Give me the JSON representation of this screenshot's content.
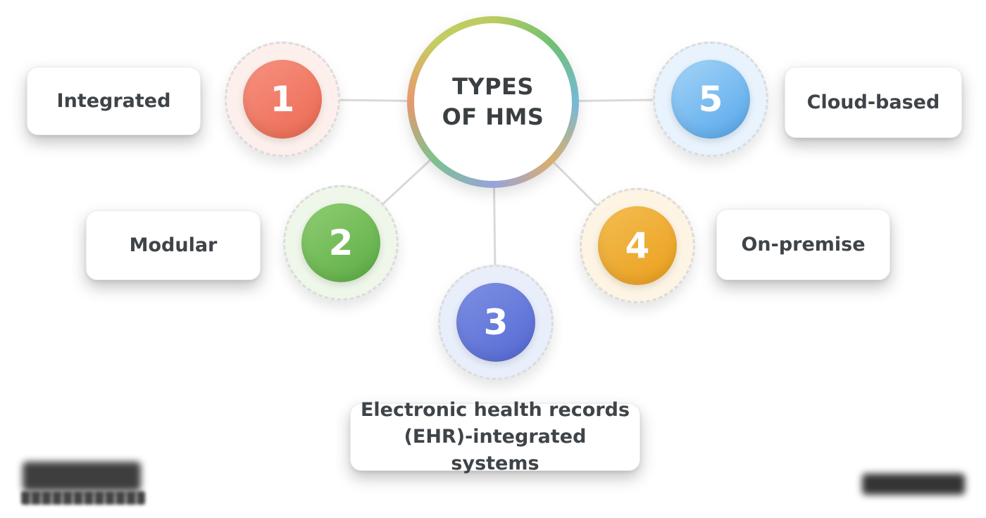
{
  "center": {
    "title": "TYPES OF HMS",
    "ring_colors": [
      "#bccb5f 0deg",
      "#6fc073 45deg",
      "#74b9d8 90deg",
      "#d9ae6e 135deg",
      "#97a3dc 180deg",
      "#7cc28e 225deg",
      "#e8986e 270deg",
      "#c6cd62 315deg",
      "#bccb5f 360deg"
    ]
  },
  "nodes": [
    {
      "number": "1",
      "label": "Integrated",
      "color": "#ee7460",
      "grad_from": "#f69180",
      "grad_to": "#ec6a52",
      "ring_bg": "#fdf0ec"
    },
    {
      "number": "2",
      "label": "Modular",
      "color": "#6fbf58",
      "grad_from": "#8fcd72",
      "grad_to": "#5cad45",
      "ring_bg": "#eef7e9"
    },
    {
      "number": "3",
      "label": "Electronic health records (EHR)-integrated systems",
      "color": "#6379db",
      "grad_from": "#7d90e3",
      "grad_to": "#5569d4",
      "ring_bg": "#e9eefb"
    },
    {
      "number": "4",
      "label": "On-premise",
      "color": "#efaa2e",
      "grad_from": "#f3bd52",
      "grad_to": "#eb9f1d",
      "ring_bg": "#fdf4e4"
    },
    {
      "number": "5",
      "label": "Cloud-based",
      "color": "#64b2ee",
      "grad_from": "#a5d4f7",
      "grad_to": "#55a7eb",
      "ring_bg": "#e8f3fd"
    }
  ],
  "connectors": {
    "color": "#d9d9d9"
  }
}
